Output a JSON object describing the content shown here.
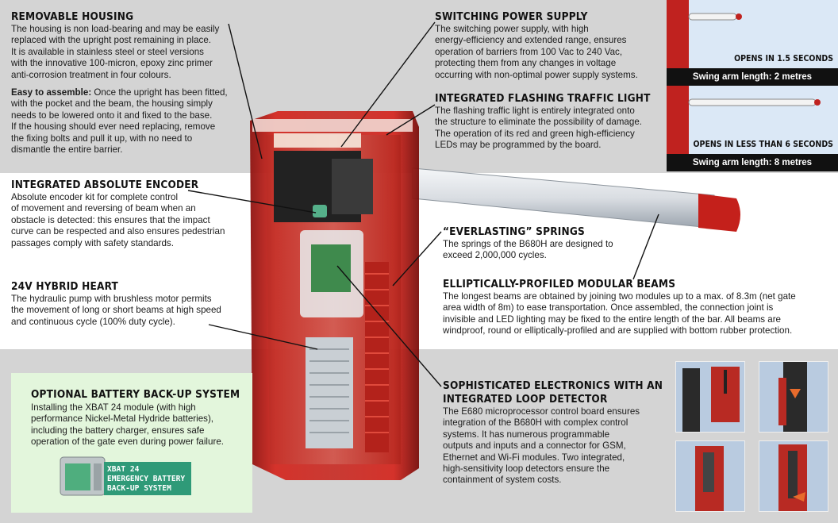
{
  "housing": {
    "title": "REMOVABLE HOUSING",
    "body": "The housing is non load-bearing and may be easily\nreplaced with the upright post remaining in place.\nIt is available in stainless steel or steel versions\nwith the innovative 100-micron, epoxy zinc primer\nanti-corrosion treatment in four colours.",
    "easy_label": "Easy to assemble:",
    "easy_body": " Once the upright has been fitted,\nwith the pocket and the beam, the housing simply\nneeds to be lowered onto it and fixed to the base.\nIf the housing should ever need replacing, remove\nthe fixing bolts and pull it up, with no need to\ndismantle the entire barrier."
  },
  "encoder": {
    "title": "INTEGRATED ABSOLUTE ENCODER",
    "body": "Absolute encoder kit for complete control\nof movement and reversing of beam when an\nobstacle is detected: this ensures that the impact\ncurve can be respected and also ensures pedestrian\npassages comply with safety standards."
  },
  "heart": {
    "title": "24V HYBRID HEART",
    "body": "The hydraulic pump with brushless motor permits\nthe movement of long or short beams at high speed\nand continuous cycle (100% duty cycle)."
  },
  "battery": {
    "title": "OPTIONAL BATTERY BACK-UP SYSTEM",
    "body": "Installing the XBAT 24 module (with high\nperformance Nickel-Metal Hydride batteries),\nincluding the battery charger, ensures safe\noperation of the gate even during power failure.",
    "label": "XBAT 24\nEMERGENCY BATTERY\nBACK-UP SYSTEM"
  },
  "power": {
    "title": "SWITCHING POWER SUPPLY",
    "body": "The switching power supply, with high\nenergy-efficiency and extended range, ensures\noperation of barriers from 100 Vac to 240 Vac,\nprotecting them from any changes in voltage\noccurring with non-optimal power supply systems."
  },
  "light": {
    "title": "INTEGRATED FLASHING TRAFFIC LIGHT",
    "body": "The flashing traffic light is entirely integrated onto\nthe structure to eliminate the possibility of damage.\nThe operation of its red and green high-efficiency\nLEDs may be programmed by the board."
  },
  "springs": {
    "title": "“EVERLASTING” SPRINGS",
    "body": "The springs of the B680H are designed to\nexceed 2,000,000 cycles."
  },
  "beams": {
    "title": "ELLIPTICALLY-PROFILED MODULAR BEAMS",
    "body": "The longest beams are obtained by joining two modules up to a max. of 8.3m (net gate\narea width of 8m) to ease transportation. Once assembled, the connection joint is\ninvisible and LED lighting may be fixed to the entire length of the bar. All beams are\nwindproof, round or elliptically-profiled and are supplied with bottom rubber protection."
  },
  "electronics": {
    "title": "SOPHISTICATED ELECTRONICS WITH AN\nINTEGRATED LOOP DETECTOR",
    "body": "The E680 microprocessor control board ensures\nintegration of the B680H with complex control\nsystems. It has numerous programmable\noutputs and inputs and a connector for GSM,\nEthernet and Wi-Fi modules. Two integrated,\nhigh-sensitivity loop detectors ensure the\ncontainment of system costs."
  },
  "speed_panels": [
    {
      "opens": "OPENS IN 1.5 SECONDS",
      "arm": "Swing arm length: 2 metres"
    },
    {
      "opens": "OPENS IN LESS THAN 6 SECONDS",
      "arm": "Swing arm length: 8 metres"
    }
  ],
  "colors": {
    "housing_red": "#c0221f",
    "battery_green": "#2f9a78",
    "panel_blue": "#dbe8f6"
  }
}
